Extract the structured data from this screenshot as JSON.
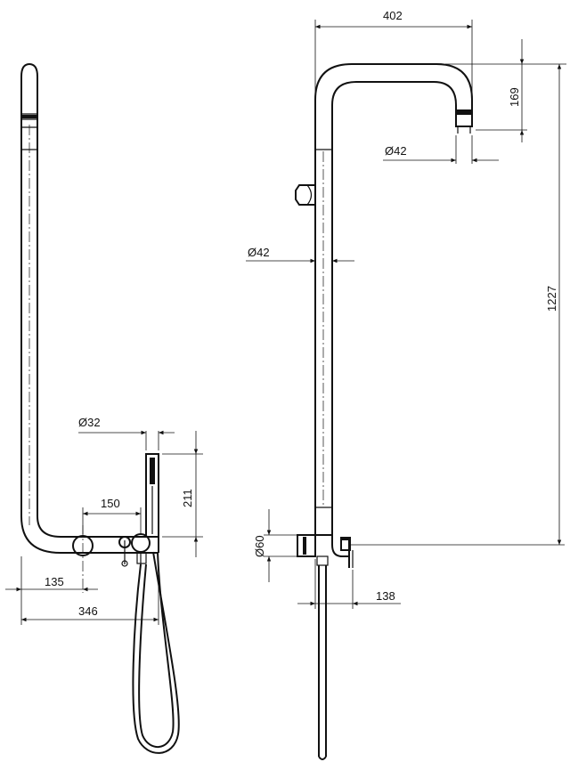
{
  "left_view": {
    "dimensions": {
      "pipe_diameter": "Ø32",
      "mixer_spacing": "150",
      "handshower_height": "211",
      "left_offset": "135",
      "total_width": "346"
    }
  },
  "right_view": {
    "dimensions": {
      "arm_projection": "402",
      "head_drop": "169",
      "head_diameter": "Ø42",
      "column_diameter": "Ø42",
      "column_height": "1227",
      "rose_diameter": "Ø60",
      "mixer_projection": "138"
    }
  },
  "colors": {
    "line": "#111111",
    "background": "#ffffff"
  }
}
